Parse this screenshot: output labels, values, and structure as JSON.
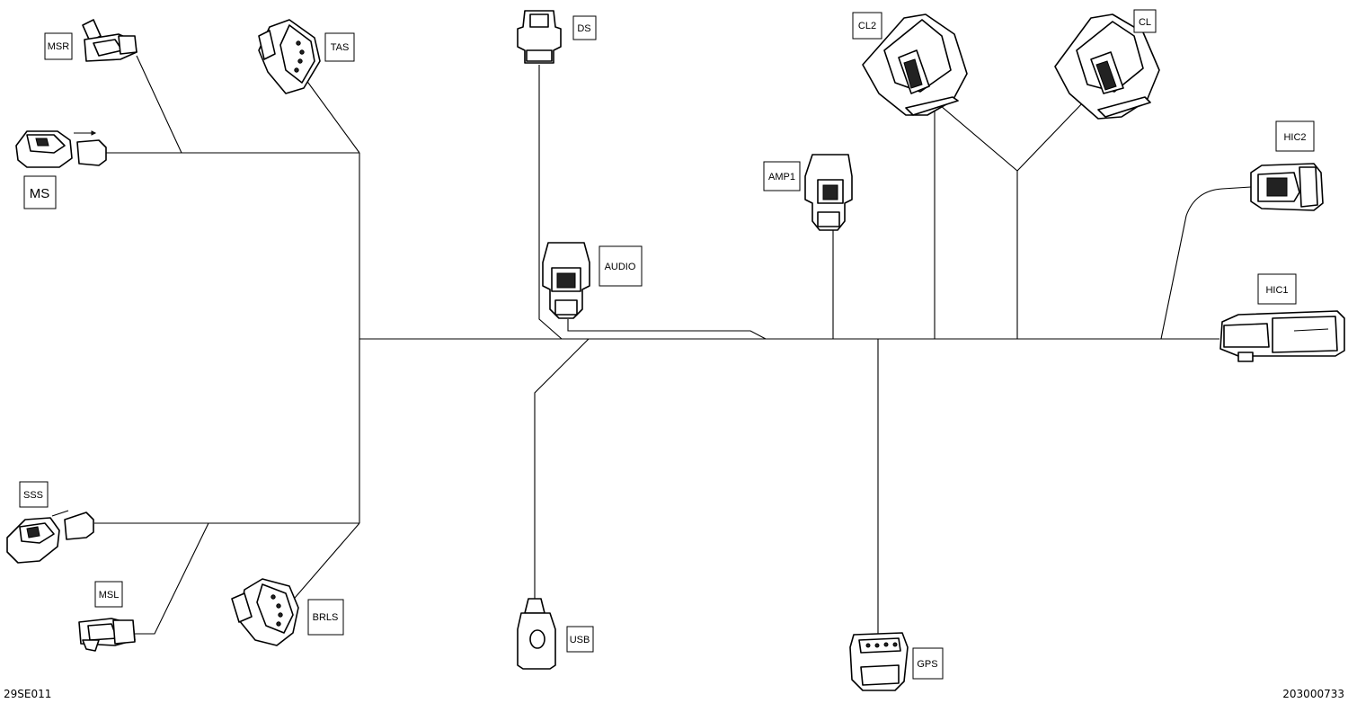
{
  "labels": {
    "msr": "MSR",
    "tas": "TAS",
    "ds": "DS",
    "cl2": "CL2",
    "cl": "CL",
    "hic2": "HIC2",
    "hic1": "HIC1",
    "ms": "MS",
    "amp1": "AMP1",
    "audio": "AUDIO",
    "sss": "SSS",
    "msl": "MSL",
    "brls": "BRLS",
    "usb": "USB",
    "gps": "GPS"
  },
  "footer": {
    "left_ref": "29SE011",
    "right_ref": "203000733"
  }
}
